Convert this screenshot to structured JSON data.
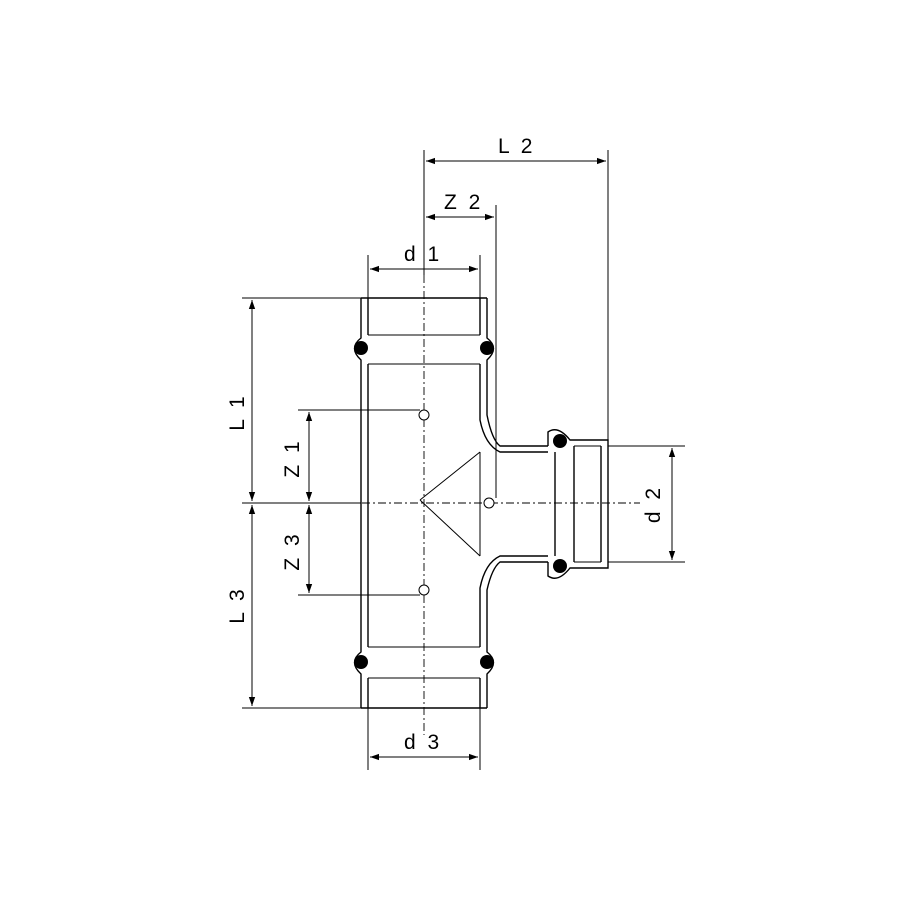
{
  "drawing": {
    "labels": {
      "l1": "L 1",
      "l2": "L 2",
      "l3": "L 3",
      "z1": "Z 1",
      "z2": "Z 2",
      "z3": "Z 3",
      "d1": "d 1",
      "d2": "d 2",
      "d3": "d 3"
    },
    "line_color": "#000000",
    "background": "#ffffff"
  }
}
